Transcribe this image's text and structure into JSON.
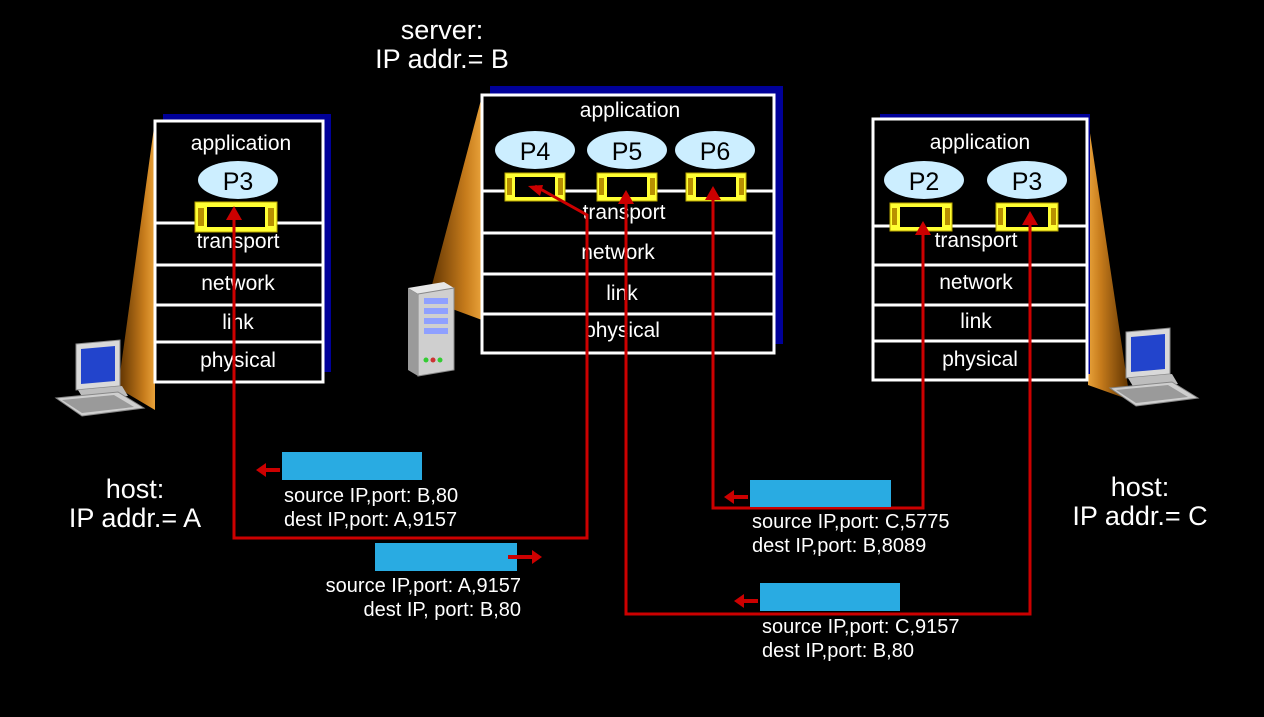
{
  "server": {
    "title_line1": "server:",
    "title_line2": "IP addr.= B",
    "layers": [
      "application",
      "transport",
      "network",
      "link",
      "physical"
    ],
    "processes": [
      "P4",
      "P5",
      "P6"
    ]
  },
  "host_a": {
    "title_line1": "host:",
    "title_line2": "IP addr.= A",
    "layers": [
      "application",
      "transport",
      "network",
      "link",
      "physical"
    ],
    "processes": [
      "P3"
    ]
  },
  "host_c": {
    "title_line1": "host:",
    "title_line2": "IP addr.= C",
    "layers": [
      "application",
      "transport",
      "network",
      "link",
      "physical"
    ],
    "processes": [
      "P2",
      "P3"
    ]
  },
  "segments": [
    {
      "line1": "source IP,port: B,80",
      "line2": "dest IP,port: A,9157"
    },
    {
      "line1": "source IP,port: A,9157",
      "line2": "dest IP, port: B,80"
    },
    {
      "line1": "source IP,port: C,5775",
      "line2": "dest IP,port: B,8089"
    },
    {
      "line1": "source IP,port: C,9157",
      "line2": "dest IP,port: B,80"
    }
  ],
  "colors": {
    "background": "#000000",
    "path": "#cc0000",
    "segment": "#29abe2",
    "socket": "#ffff33",
    "process": "#cceeff",
    "shadow": "#000099",
    "cone": "#c77c1c"
  },
  "icons": {
    "host_a": "desktop-computer-icon",
    "host_c": "desktop-computer-icon",
    "server": "server-tower-icon"
  }
}
